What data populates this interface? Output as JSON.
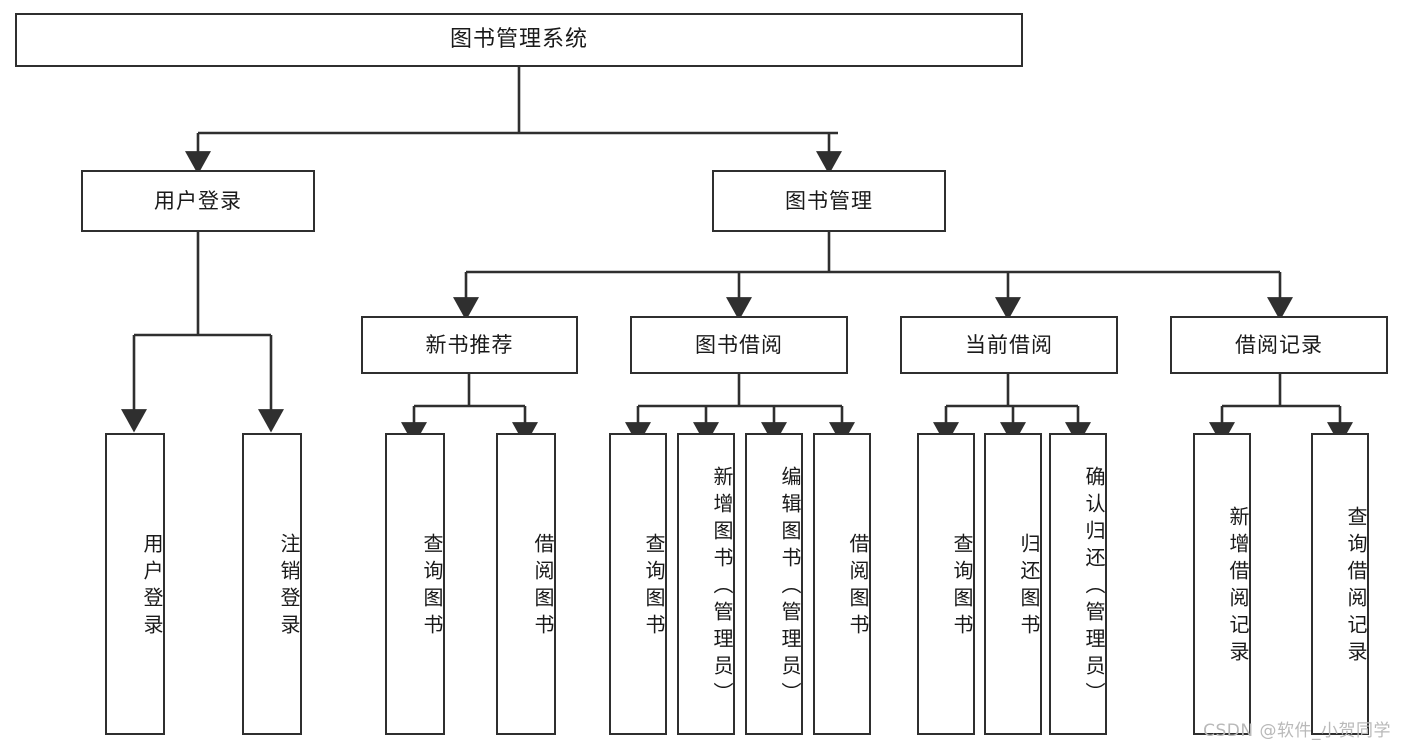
{
  "diagram": {
    "title": "图书管理系统",
    "type": "tree-hierarchy-diagram",
    "colors": {
      "stroke": "#2f2f2f",
      "fill": "#ffffff",
      "text": "#1a1a1a",
      "watermark": "#b9b9b9"
    },
    "root": {
      "label": "图书管理系统"
    },
    "level2": [
      {
        "label": "用户登录"
      },
      {
        "label": "图书管理"
      }
    ],
    "level3": [
      {
        "label": "新书推荐"
      },
      {
        "label": "图书借阅"
      },
      {
        "label": "当前借阅"
      },
      {
        "label": "借阅记录"
      }
    ],
    "leaves": {
      "user_login": [
        {
          "label": "用户登录"
        },
        {
          "label": "注销登录"
        }
      ],
      "new_book_recommend": [
        {
          "label": "查询图书"
        },
        {
          "label": "借阅图书"
        }
      ],
      "book_borrow": [
        {
          "label": "查询图书"
        },
        {
          "label": "新增图书（管理员）"
        },
        {
          "label": "编辑图书（管理员）"
        },
        {
          "label": "借阅图书"
        }
      ],
      "current_borrow": [
        {
          "label": "查询图书"
        },
        {
          "label": "归还图书"
        },
        {
          "label": "确认归还（管理员）"
        }
      ],
      "borrow_record": [
        {
          "label": "新增借阅记录"
        },
        {
          "label": "查询借阅记录"
        }
      ]
    }
  },
  "watermark": {
    "text": "CSDN @软件_小贺同学"
  }
}
